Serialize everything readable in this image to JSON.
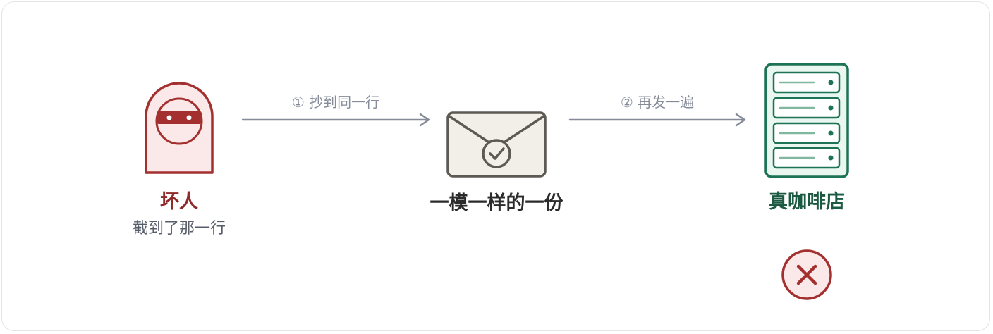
{
  "attacker": {
    "title": "坏人",
    "subtitle": "截到了那一行"
  },
  "steps": [
    {
      "label": "① 抄到同一行"
    },
    {
      "label": "② 再发一遍"
    }
  ],
  "copy": {
    "title": "一模一样的一份"
  },
  "server": {
    "title": "真咖啡店"
  },
  "colors": {
    "attacker_red": "#a3302f",
    "attacker_fill": "#fbe9e9",
    "server_green": "#1c7356",
    "server_fill": "#eaf6f0",
    "arrow_gray": "#858b99",
    "envelope_fill": "#f2efe9",
    "envelope_stroke": "#5d5a55"
  },
  "icons": {
    "attacker": "masked-attacker-icon",
    "envelope": "envelope-check-icon",
    "server": "server-rack-icon",
    "reject": "reject-x-icon"
  }
}
